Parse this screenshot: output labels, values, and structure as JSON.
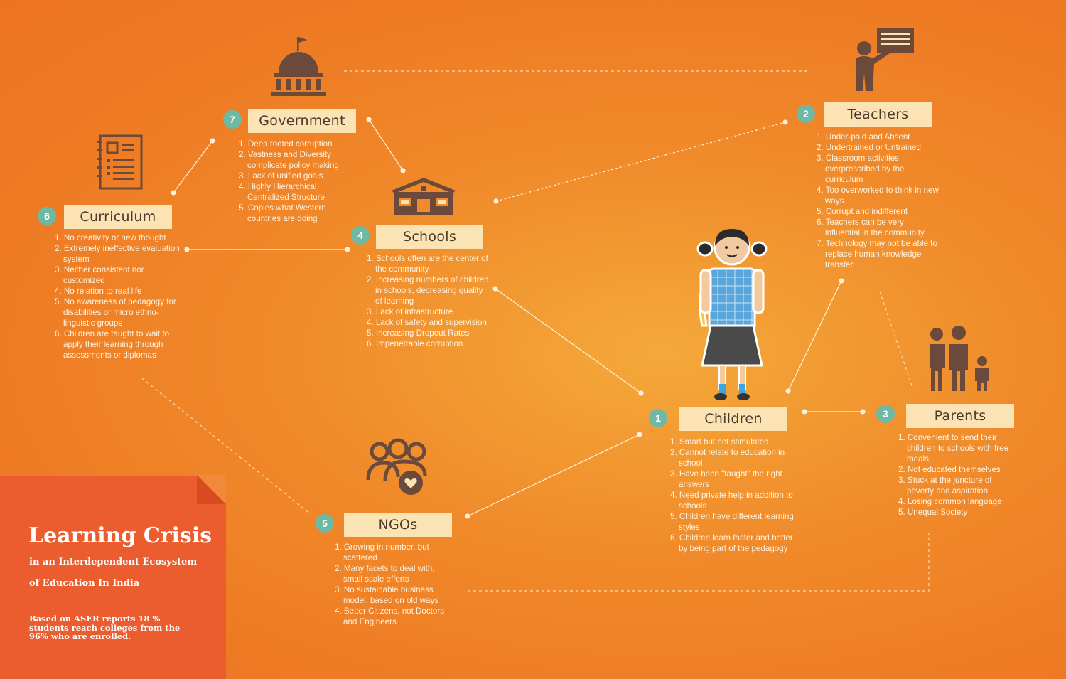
{
  "title": "Learning Crisis",
  "subtitle_line1": "in an Interdependent Ecosystem",
  "subtitle_line2": "of Education In India",
  "note": "Based on ASER reports 18 % students reach colleges from the 96% who are enrolled.",
  "nodes": {
    "children": {
      "num": "1",
      "title": "Children",
      "items": [
        "1. Smart but not stimulated",
        "2. Cannot relate to education in school",
        "3. Have been \"taught\" the right answers",
        "4. Need private help in addition to schools",
        "5. Children have different learning styles",
        "6. Children learn faster and better by being part of the pedagogy"
      ]
    },
    "teachers": {
      "num": "2",
      "title": "Teachers",
      "items": [
        "1. Under-paid and Absent",
        "2. Undertrained or Untrained",
        "3. Classroom activities overprescribed by the curriculum",
        "4. Too overworked to think in new ways",
        "5. Corrupt and indifferent",
        "6. Teachers can be very influential in the community",
        "7. Technology may not be able to replace human knowledge transfer"
      ]
    },
    "parents": {
      "num": "3",
      "title": "Parents",
      "items": [
        "1. Convenient to send their children to schools with free meals",
        "2. Not educated themselves",
        "3. Stuck at the juncture of poverty and aspiration",
        "4. Losing common language",
        "5. Unequal Society"
      ]
    },
    "schools": {
      "num": "4",
      "title": "Schools",
      "items": [
        "1. Schools often are the center of the community",
        "2. Increasing numbers of children in schools, decreasing quality of learning",
        "3. Lack of infrastructure",
        "4. Lack of safety and supervision",
        "5. Increasing Dropout Rates",
        "6. Impenetrable corruption"
      ]
    },
    "ngos": {
      "num": "5",
      "title": "NGOs",
      "items": [
        "1. Growing in number, but scattered",
        "2. Many facets to deal with, small scale efforts",
        "3. No sustainable business model, based on old ways",
        "4. Better Citizens, not Doctors and Engineers"
      ]
    },
    "curriculum": {
      "num": "6",
      "title": "Curriculum",
      "items": [
        "1. No creativity or new thought",
        "2. Extremely ineffective evaluation system",
        "3. Neither consistent nor customized",
        "4. No relation to real life",
        "5. No awareness of pedagogy for disabilities or micro ethno-linguistic groups",
        "6. Children are taught to wait to apply their learning through assessments or diplomas"
      ]
    },
    "government": {
      "num": "7",
      "title": "Government",
      "items": [
        "1. Deep rooted corruption",
        "2. Vastness and Diversity complicate policy making",
        "3. Lack of unified goals",
        "4. Highly Hierarchical Centralized Structure",
        "5. Copies what Western countries are doing"
      ]
    }
  },
  "colors": {
    "background": "#ef8227",
    "panel": "#eb5c2e",
    "badge": "#6fb9a4",
    "label": "#fbe3b4",
    "icon": "#6b4a3c"
  }
}
